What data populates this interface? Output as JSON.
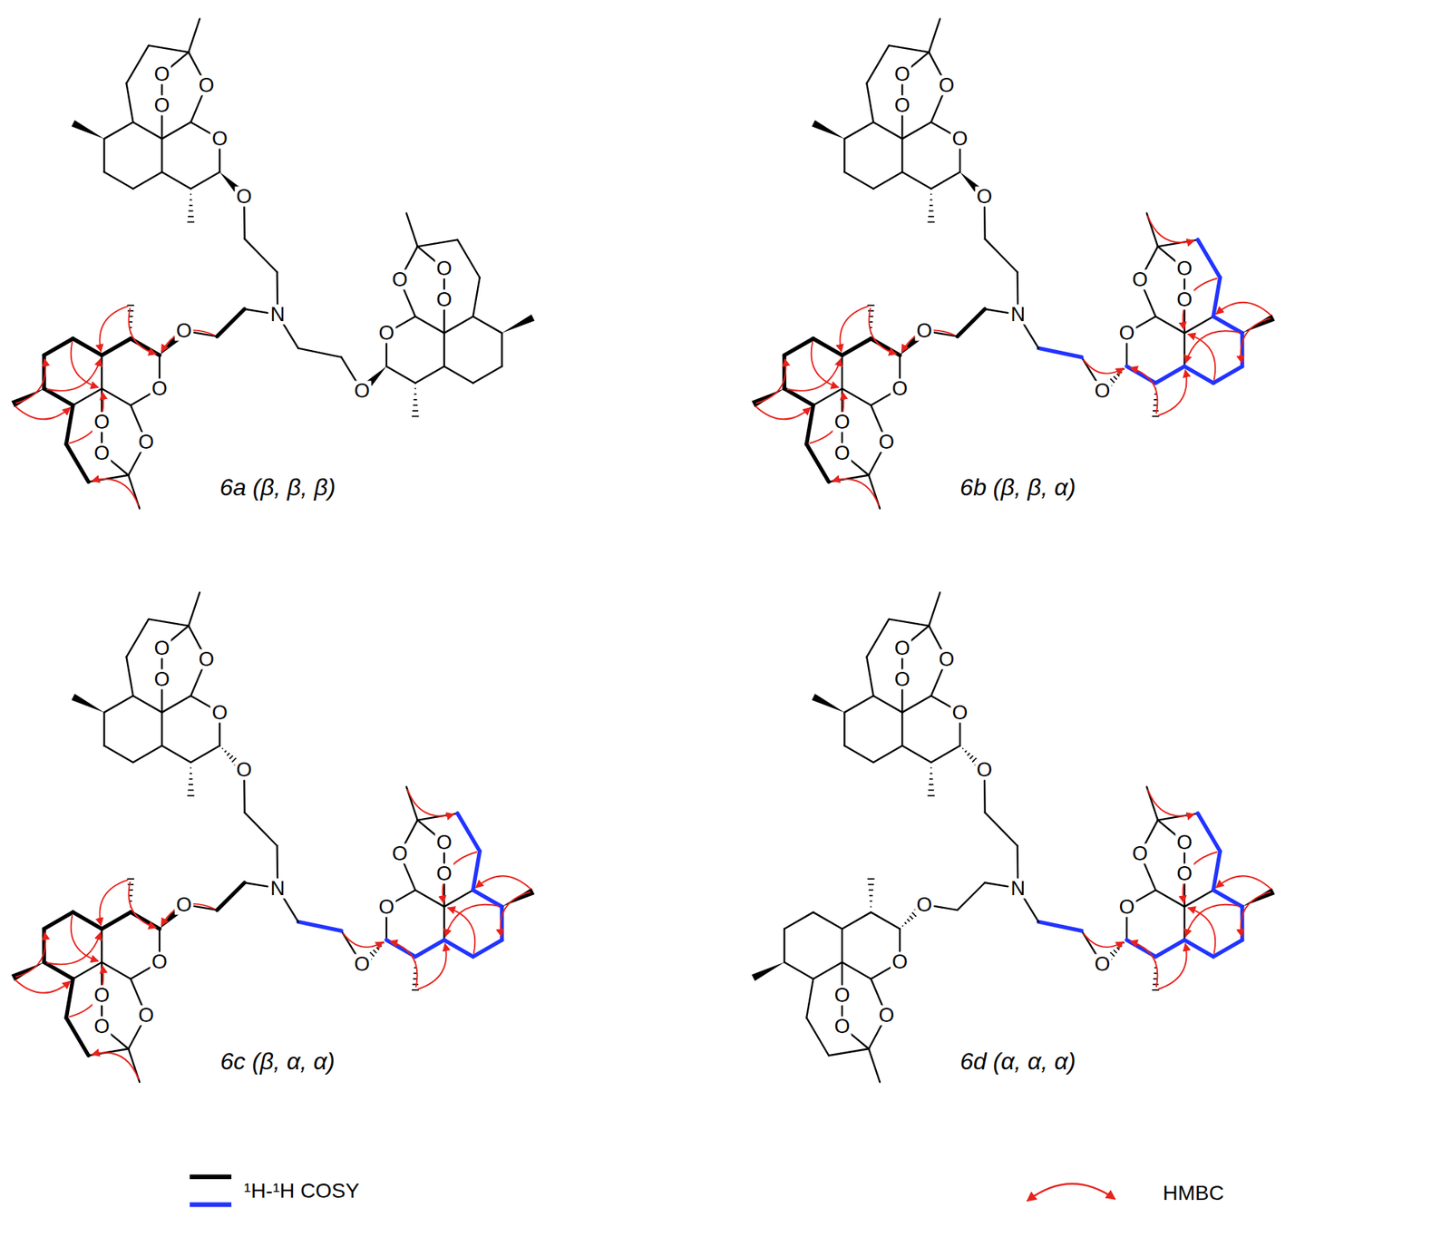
{
  "diagram": {
    "labels": [
      "O",
      "O",
      "O",
      "O",
      "O",
      "N",
      "O",
      "O",
      "O",
      "O",
      "O",
      "O",
      "O",
      "O",
      "O",
      "O",
      "6a (β, β, β)",
      "O",
      "O",
      "O",
      "O",
      "O",
      "N",
      "O",
      "O",
      "O",
      "O",
      "O",
      "O",
      "O",
      "O",
      "O",
      "O",
      "6b (β, β, α)",
      "O",
      "O",
      "O",
      "O",
      "O",
      "N",
      "O",
      "O",
      "O",
      "O",
      "O",
      "O",
      "O",
      "O",
      "O",
      "O",
      "6c (β, α, α)",
      "O",
      "O",
      "O",
      "O",
      "O",
      "N",
      "O",
      "O",
      "O",
      "O",
      "O",
      "O",
      "O",
      "O",
      "O",
      "O",
      "6d (α, α, α)"
    ],
    "legend": [
      {
        "text": "¹H-¹H COSY"
      },
      {
        "text": "HMBC"
      }
    ]
  }
}
